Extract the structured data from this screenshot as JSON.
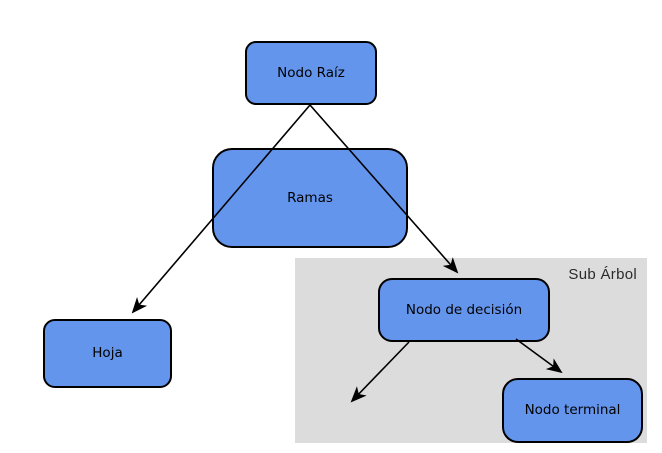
{
  "diagram": {
    "type": "tree-diagram",
    "nodes": {
      "root": {
        "label": "Nodo Raíz"
      },
      "branches": {
        "label": "Ramas"
      },
      "leaf": {
        "label": "Hoja"
      },
      "decision": {
        "label": "Nodo de decisión"
      },
      "terminal": {
        "label": "Nodo terminal"
      }
    },
    "subtree": {
      "label": "Sub Árbol"
    },
    "edges": [
      {
        "from": "Nodo Raíz",
        "to": "Hoja",
        "arrow": true
      },
      {
        "from": "Nodo Raíz",
        "to": "Nodo de decisión",
        "arrow": true
      },
      {
        "from": "Nodo de decisión",
        "to": null,
        "arrow": true
      },
      {
        "from": "Nodo de decisión",
        "to": "Nodo terminal",
        "arrow": true
      }
    ],
    "colors": {
      "node_fill": "#6495ed",
      "node_border": "#000000",
      "subtree_background": "#dcdcdc",
      "arrow": "#000000",
      "canvas_background": "#ffffff"
    }
  }
}
